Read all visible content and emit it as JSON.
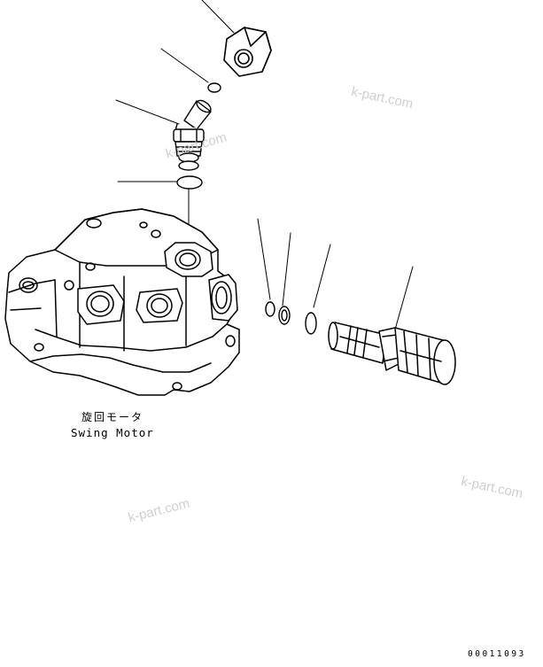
{
  "labels": {
    "part_name_jp": "旋回モータ",
    "part_name_en": "Swing Motor"
  },
  "figure_code": "00011093",
  "watermarks": [
    "k-part.com",
    "k-part.com",
    "k-part.com",
    "k-part.com"
  ],
  "colors": {
    "line": "#000000",
    "watermark": "#cfcfcf",
    "background": "#ffffff"
  }
}
